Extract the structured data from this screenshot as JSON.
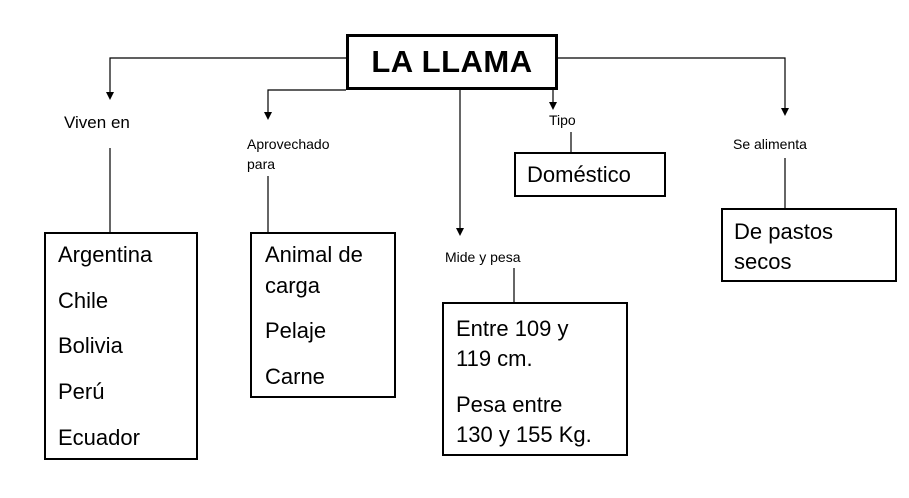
{
  "title": "LA LLAMA",
  "branches": {
    "viven": {
      "label": "Viven en",
      "items": [
        "Argentina",
        "Chile",
        "Bolivia",
        "Perú",
        "Ecuador"
      ]
    },
    "aprovechado": {
      "label_lines": [
        "Aprovechado",
        "para"
      ],
      "items": [
        "Animal de",
        "carga",
        "Pelaje",
        "Carne"
      ]
    },
    "mide": {
      "label": "Mide y pesa",
      "items": [
        "Entre 109 y",
        "119 cm.",
        "Pesa entre",
        "130 y 155 Kg."
      ]
    },
    "tipo": {
      "label": "Tipo",
      "items": [
        "Doméstico"
      ]
    },
    "alimenta": {
      "label": "Se alimenta",
      "items": [
        "De pastos",
        "secos"
      ]
    }
  }
}
